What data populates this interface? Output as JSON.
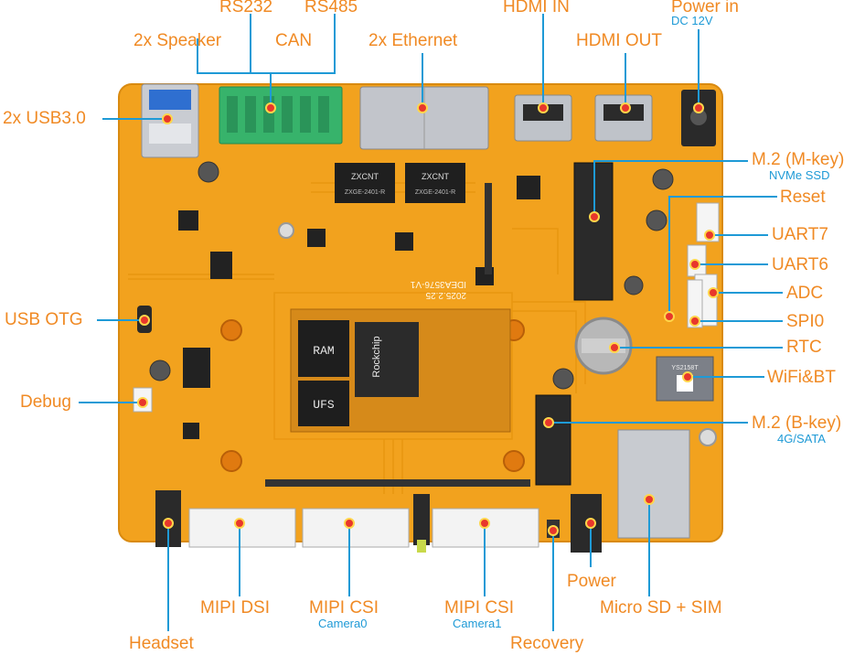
{
  "diagram": {
    "labels": {
      "rs232": "RS232",
      "rs485": "RS485",
      "hdmi_in": "HDMI IN",
      "power_in": "Power in",
      "power_in_sub": "DC 12V",
      "speaker": "2x Speaker",
      "can": "CAN",
      "ethernet": "2x Ethernet",
      "hdmi_out": "HDMI OUT",
      "usb3": "2x  USB3.0",
      "m2_mkey": "M.2 (M-key)",
      "m2_mkey_sub": "NVMe SSD",
      "reset": "Reset",
      "uart7": "UART7",
      "uart6": "UART6",
      "adc": "ADC",
      "usb_otg": "USB OTG",
      "spi0": "SPI0",
      "rtc": "RTC",
      "wifi_bt": "WiFi&BT",
      "debug": "Debug",
      "m2_bkey": "M.2 (B-key)",
      "m2_bkey_sub": "4G/SATA",
      "power": "Power",
      "mipi_dsi": "MIPI DSI",
      "mipi_csi0": "MIPI CSI",
      "mipi_csi0_sub": "Camera0",
      "mipi_csi1": "MIPI CSI",
      "mipi_csi1_sub": "Camera1",
      "microsd_sim": "Micro SD + SIM",
      "headset": "Headset",
      "recovery": "Recovery"
    },
    "board_print": {
      "model": "IDEA3576-V1",
      "date": "2025.2.25",
      "ram_chip": "RAM",
      "ufs_chip": "UFS",
      "soc_brand": "Rockchip",
      "eth_chip_brand": "ZXCNT",
      "eth_chip_part": "ZXGE-2401-R",
      "wifi_module": "YS2158T"
    },
    "colors": {
      "label": "#f08a24",
      "sublabel": "#1e9ad6",
      "pcb": "#f2a21e",
      "pcb_dark": "#d98a10",
      "leader": "#1e9ad6",
      "marker": "#e8372c"
    }
  }
}
